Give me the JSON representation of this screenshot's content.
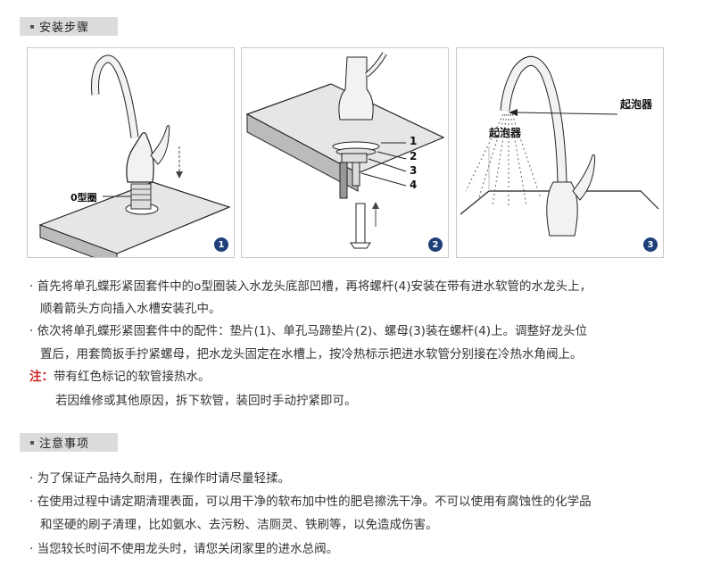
{
  "sections": {
    "install_title": "安装步骤",
    "notice_title": "注意事项"
  },
  "steps": [
    {
      "badge": "1",
      "labels": {
        "oring": "0型圈"
      }
    },
    {
      "badge": "2",
      "labels": {
        "p1": "1",
        "p2": "2",
        "p3": "3",
        "p4": "4"
      }
    },
    {
      "badge": "3",
      "labels": {
        "aerator_a": "起泡器",
        "aerator_b": "起泡器"
      }
    }
  ],
  "instructions": {
    "p1_line1": "· 首先将单孔蝶形紧固套件中的o型圈装入水龙头底部凹槽，再将螺杆(4)安装在带有进水软管的水龙头上，",
    "p1_line2": "顺着箭头方向插入水槽安装孔中。",
    "p2_line1": "· 依次将单孔蝶形紧固套件中的配件：垫片(1)、单孔马蹄垫片(2)、螺母(3)装在螺杆(4)上。调整好龙头位",
    "p2_line2": "置后，用套筒扳手拧紧螺母，把水龙头固定在水槽上，按冷热标示把进水软管分别接在冷热水角阀上。",
    "note_label": "注：",
    "note_text": "带有红色标记的软管接热水。",
    "note_text2": "若因维修或其他原因，拆下软管，装回时手动拧紧即可。"
  },
  "notices": {
    "n1": "· 为了保证产品持久耐用，在操作时请尽量轻揉。",
    "n2_line1": "· 在使用过程中请定期清理表面，可以用干净的软布加中性的肥皂擦洗干净。不可以使用有腐蚀性的化学品",
    "n2_line2": "和坚硬的刷子清理，比如氨水、去污粉、洁厕灵、铁刷等，以免造成伤害。",
    "n3": "· 当您较长时间不使用龙头时，请您关闭家里的进水总阀。"
  },
  "colors": {
    "badge": "#1f3f78",
    "note": "#d21e1e",
    "bar": "#dcdcdc"
  }
}
